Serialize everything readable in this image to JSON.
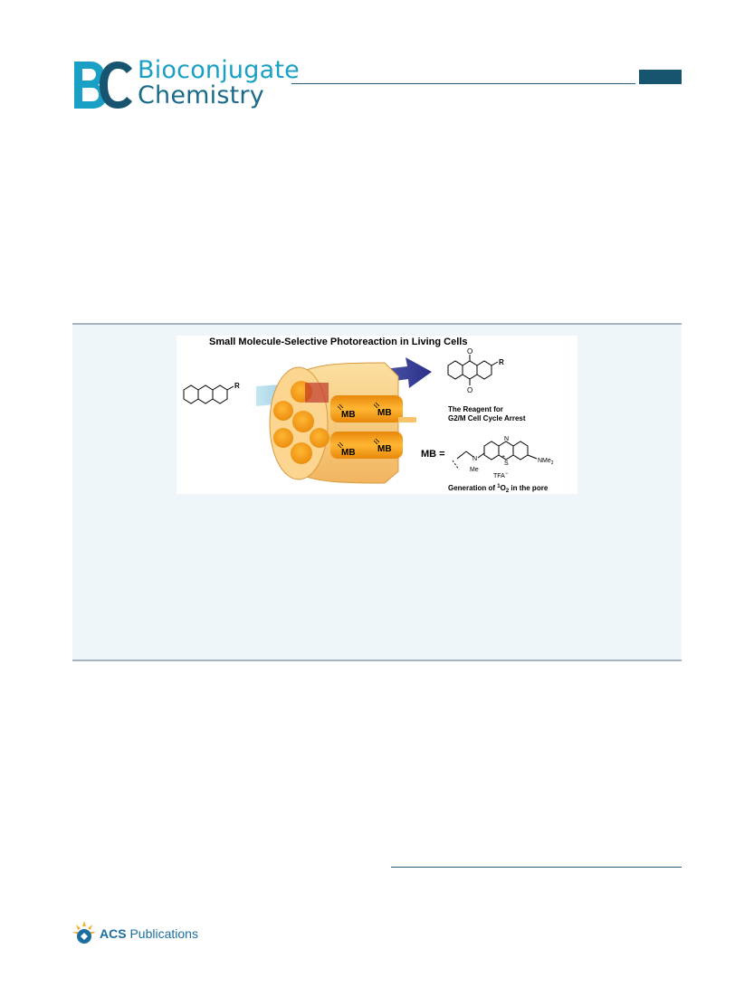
{
  "journal": {
    "name_line1": "Bioconjugate",
    "name_line2": "Chemistry",
    "logo_letters": "BC"
  },
  "toc_graphic": {
    "title": "Small Molecule-Selective Photoreaction in Living Cells",
    "pore_labels": [
      "MB",
      "MB",
      "MB",
      "MB"
    ],
    "substituent": "R",
    "product_caption_line1": "The Reagent for",
    "product_caption_line2": "G2/M Cell Cycle Arrest",
    "mb_definition": "MB =",
    "atom_n": "N",
    "atom_s": "S",
    "charge": "+",
    "n_methyl": "Me",
    "nme2": "NMe",
    "nme2_sub": "2",
    "counterion": "TFA",
    "counterion_charge": "−",
    "oxygen_top": "O",
    "oxygen_bottom": "O",
    "caption_pre": "Generation of ",
    "caption_sup": "1",
    "caption_o": "O",
    "caption_sub": "2",
    "caption_post": " in the pore"
  },
  "publisher": {
    "name_bold": "ACS",
    "name_rest": " Publications"
  },
  "colors": {
    "journal_primary": "#1aa0c4",
    "journal_dark": "#175470",
    "abstract_bg": "#eef6fa",
    "pore_orange": "#f5a623"
  }
}
